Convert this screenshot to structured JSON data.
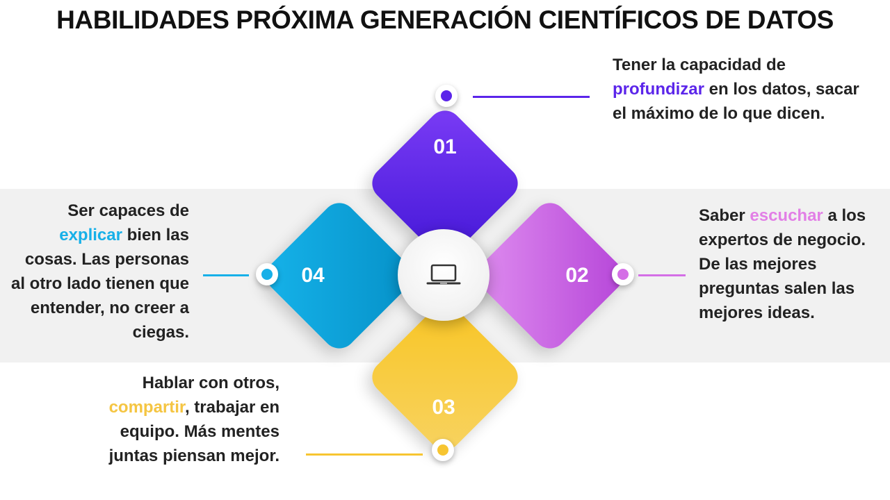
{
  "title": "HABILIDADES PRÓXIMA GENERACIÓN CIENTÍFICOS DE DATOS",
  "colors": {
    "purple": "#5b25ea",
    "pink": "#d46fe6",
    "yellow": "#f7c531",
    "blue": "#17b0e8"
  },
  "center_icon": "laptop-icon",
  "items": [
    {
      "number": "01",
      "before": "Tener la capacidad de ",
      "highlight": "profundizar",
      "after": " en los datos, sacar el máximo de lo que dicen."
    },
    {
      "number": "02",
      "before": "Saber ",
      "highlight": "escuchar",
      "after": " a los expertos de negocio. De las mejores preguntas salen las mejores ideas."
    },
    {
      "number": "03",
      "before": "Hablar con otros, ",
      "highlight": "compartir",
      "after": ", trabajar en equipo. Más mentes juntas piensan mejor."
    },
    {
      "number": "04",
      "before": "Ser capaces de ",
      "highlight": "explicar",
      "after": " bien las cosas. Las personas al otro lado tienen que entender, no creer a ciegas."
    }
  ]
}
